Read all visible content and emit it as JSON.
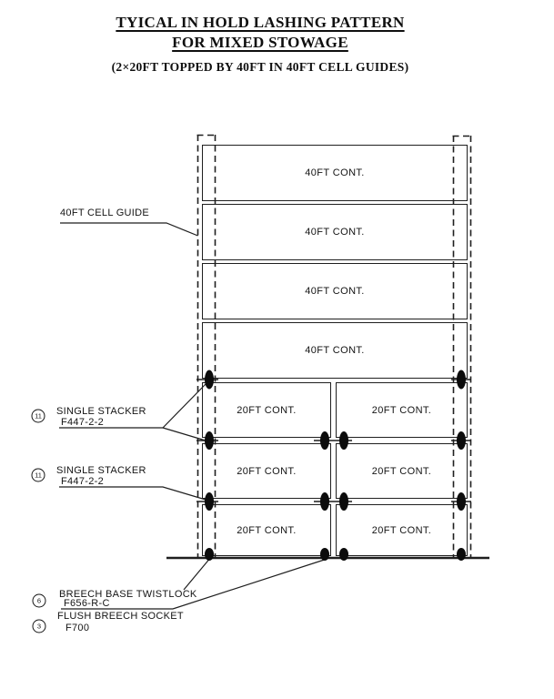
{
  "header": {
    "title_line1": "TYICAL IN HOLD LASHING PATTERN",
    "title_line2": "FOR MIXED STOWAGE",
    "subtitle": "(2×20FT TOPPED BY 40FT IN 40FT CELL GUIDES)"
  },
  "diagram": {
    "containers_40ft": [
      {
        "label": "40FT CONT."
      },
      {
        "label": "40FT CONT."
      },
      {
        "label": "40FT CONT."
      },
      {
        "label": "40FT CONT."
      }
    ],
    "containers_20ft_left": [
      {
        "label": "20FT CONT."
      },
      {
        "label": "20FT CONT."
      },
      {
        "label": "20FT CONT."
      }
    ],
    "containers_20ft_right": [
      {
        "label": "20FT CONT."
      },
      {
        "label": "20FT CONT."
      },
      {
        "label": "20FT CONT."
      }
    ],
    "annotations": {
      "cell_guide": {
        "label": "40FT CELL GUIDE"
      },
      "stacker_upper": {
        "badge": "11",
        "name": "SINGLE STACKER",
        "part": "F447-2-2"
      },
      "stacker_lower": {
        "badge": "11",
        "name": "SINGLE STACKER",
        "part": "F447-2-2"
      },
      "breech_twistlock": {
        "badge": "6",
        "name": "BREECH BASE TWISTLOCK",
        "part": "F656-R-C"
      },
      "flush_socket": {
        "badge": "3",
        "name": "FLUSH BREECH SOCKET",
        "part": "F700"
      }
    },
    "colors": {
      "line": "#1f1f1f",
      "text": "#141414",
      "background": "#ffffff"
    }
  }
}
